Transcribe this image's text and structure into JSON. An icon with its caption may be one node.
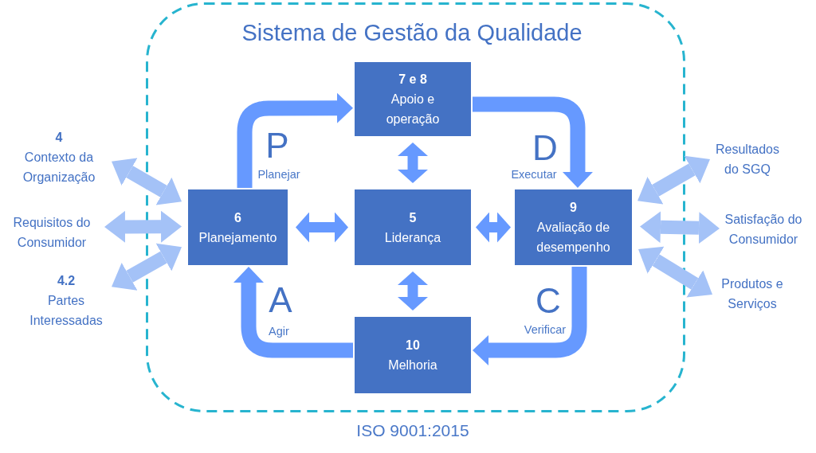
{
  "diagram": {
    "nodes": [
      {
        "text": [
          "Sistema de Gestão da Qualidade"
        ],
        "beside": [
          "ISO 9001:2015"
        ]
      },
      {
        "text": [
          "7 e 8",
          "Apoio e operação"
        ],
        "in": 0
      },
      {
        "text": [
          "6",
          "Planejamento"
        ],
        "in": 0
      },
      {
        "text": [
          "5",
          "Liderança"
        ],
        "in": 0
      },
      {
        "text": [
          "9",
          "Avaliação de desempenho"
        ],
        "in": 0
      },
      {
        "text": [
          "10",
          "Melhoria"
        ],
        "in": 0
      },
      {
        "text": [
          "4",
          "Contexto da Organização"
        ]
      },
      {
        "text": [
          "Requisitos do Consumidor"
        ]
      },
      {
        "text": [
          "4.2",
          "Partes Interessadas"
        ]
      },
      {
        "text": [
          "Resultados do SGQ"
        ]
      },
      {
        "text": [
          "Satisfação do Consumidor"
        ]
      },
      {
        "text": [
          "Produtos e Serviços"
        ]
      }
    ],
    "edges": [
      {
        "from": 2,
        "to": 1,
        "arrow": "to"
      },
      {
        "from": 1,
        "to": 4,
        "arrow": "to"
      },
      {
        "from": 4,
        "to": 5,
        "arrow": "to"
      },
      {
        "from": 5,
        "to": 2,
        "arrow": "to"
      },
      {
        "from": 1,
        "to": 3,
        "arrow": "both"
      },
      {
        "from": 2,
        "to": 3,
        "arrow": "both"
      },
      {
        "from": 3,
        "to": 4,
        "arrow": "both"
      },
      {
        "from": 3,
        "to": 5,
        "arrow": "both"
      },
      {
        "from": 6,
        "to": 2,
        "arrow": "both",
        "color": "#a4c2f7"
      },
      {
        "from": 7,
        "to": 2,
        "arrow": "both",
        "color": "#a4c2f7"
      },
      {
        "from": 8,
        "to": 2,
        "arrow": "both",
        "color": "#a4c2f7"
      },
      {
        "from": 9,
        "to": 4,
        "arrow": "both",
        "color": "#a4c2f7"
      },
      {
        "from": 10,
        "to": 4,
        "arrow": "both",
        "color": "#a4c2f7"
      },
      {
        "from": 11,
        "to": 4,
        "arrow": "both",
        "color": "#a4c2f7"
      }
    ],
    "labels": [
      "P",
      "D",
      "Planejar",
      "Executar",
      "A",
      "C",
      "Agir",
      "Verificar"
    ]
  }
}
